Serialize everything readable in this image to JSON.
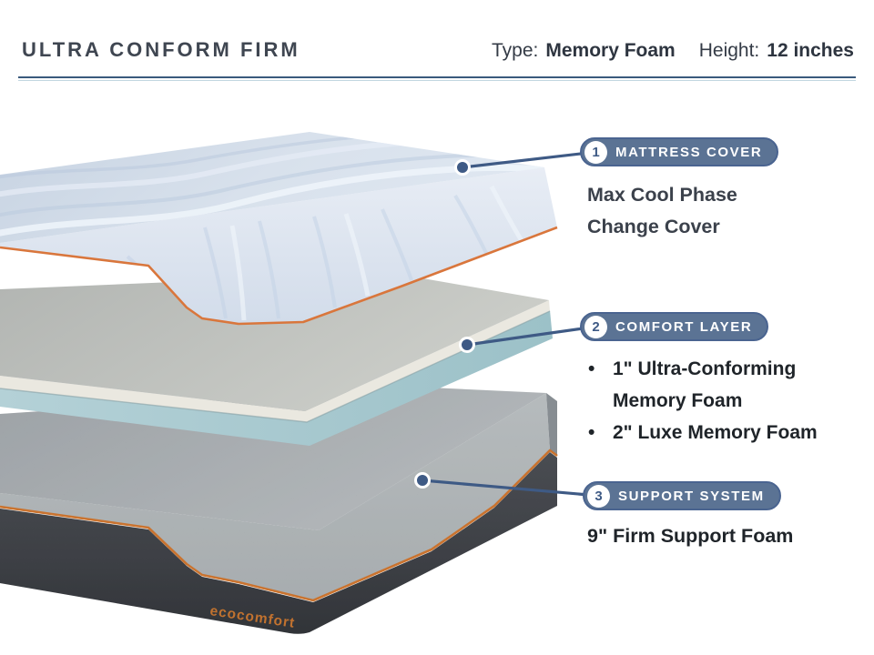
{
  "header": {
    "title": "ULTRA CONFORM FIRM",
    "specs": [
      {
        "label": "Type:",
        "value": "Memory Foam"
      },
      {
        "label": "Height:",
        "value": "12 inches"
      }
    ]
  },
  "layers": [
    {
      "num": "1",
      "badge": "MATTRESS COVER",
      "description": "Max Cool Phase Change Cover"
    },
    {
      "num": "2",
      "badge": "COMFORT LAYER",
      "bullets": [
        "1\" Ultra-Conforming Memory Foam",
        "2\" Luxe Memory Foam"
      ]
    },
    {
      "num": "3",
      "badge": "SUPPORT SYSTEM",
      "description": "9\" Firm Support Foam"
    }
  ],
  "brand": "ecocomfort",
  "colors": {
    "badge_bg": "#5b7394",
    "badge_border": "#4a6490",
    "badge_text": "#ffffff",
    "callout_line": "#3e5a85",
    "orange_trim": "#d9763c",
    "divider": "#3a5a7c",
    "cover_blue": "#d5deeb",
    "comfort_gray": "#c0c2bf",
    "comfort_teal": "#a8c9cf",
    "support_foam": "#9aa0a4",
    "support_fabric": "#45484e",
    "title_text": "#3f4651"
  }
}
